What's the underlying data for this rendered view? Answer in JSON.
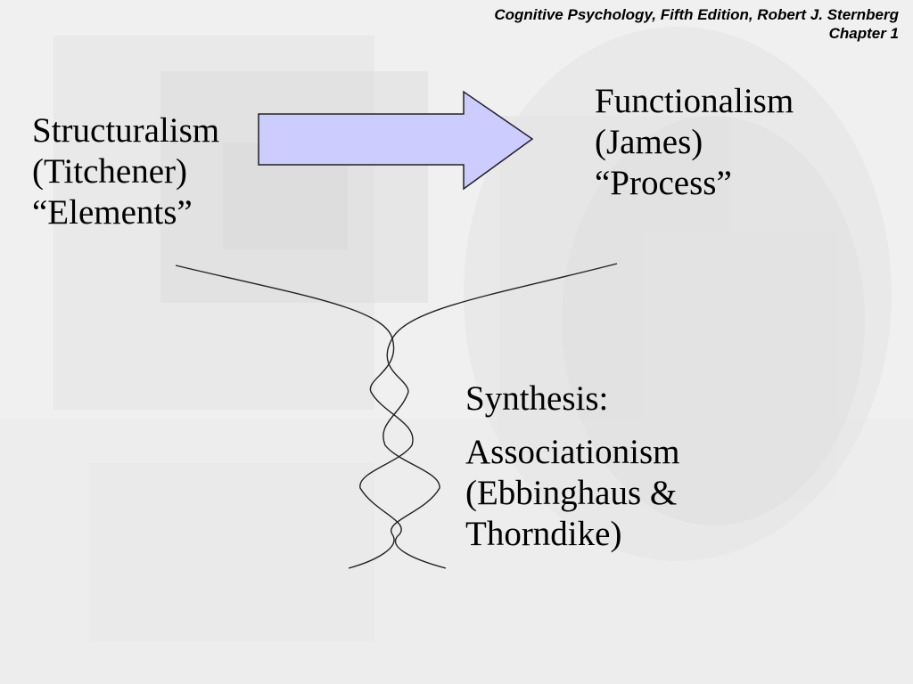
{
  "header": {
    "line1": "Cognitive Psychology, Fifth Edition, Robert J. Sternberg",
    "line2": "Chapter 1"
  },
  "structuralism": {
    "name": "Structuralism",
    "person": "(Titchener)",
    "focus": "“Elements”"
  },
  "functionalism": {
    "name": "Functionalism",
    "person": "(James)",
    "focus": "“Process”"
  },
  "synthesis": {
    "label": "Synthesis:",
    "line1": "Associationism",
    "line2": "(Ebbinghaus &",
    "line3": "Thorndike)"
  },
  "colors": {
    "arrow_fill": "#ccccff",
    "arrow_stroke": "#222222",
    "background": "#f1f1f1",
    "text": "#000000"
  }
}
